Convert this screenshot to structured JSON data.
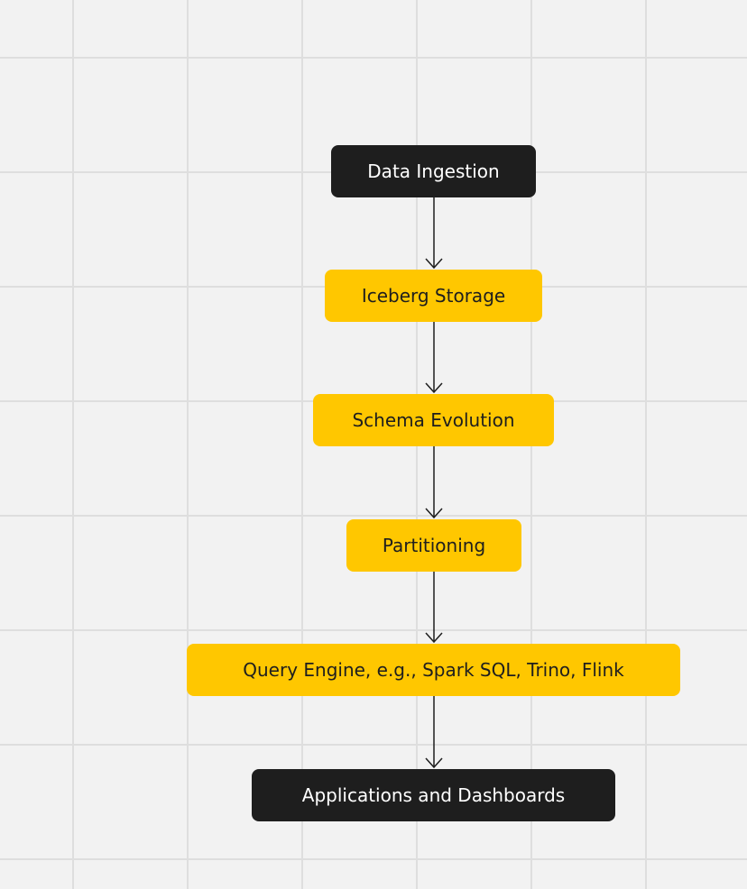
{
  "diagram": {
    "nodes": [
      {
        "id": "data-ingestion",
        "label": "Data Ingestion",
        "style": "dark"
      },
      {
        "id": "iceberg-storage",
        "label": "Iceberg Storage",
        "style": "yellow"
      },
      {
        "id": "schema-evolution",
        "label": "Schema Evolution",
        "style": "yellow"
      },
      {
        "id": "partitioning",
        "label": "Partitioning",
        "style": "yellow"
      },
      {
        "id": "query-engine",
        "label": "Query Engine, e.g., Spark SQL, Trino, Flink",
        "style": "yellow"
      },
      {
        "id": "applications-dashboards",
        "label": "Applications and Dashboards",
        "style": "dark"
      }
    ],
    "edges": [
      {
        "from": "data-ingestion",
        "to": "iceberg-storage"
      },
      {
        "from": "iceberg-storage",
        "to": "schema-evolution"
      },
      {
        "from": "schema-evolution",
        "to": "partitioning"
      },
      {
        "from": "partitioning",
        "to": "query-engine"
      },
      {
        "from": "query-engine",
        "to": "applications-dashboards"
      }
    ],
    "colors": {
      "background": "#f2f2f2",
      "grid": "#dedede",
      "dark_node": "#1e1e1e",
      "yellow_node": "#ffc700",
      "arrow": "#1e1e1e"
    }
  }
}
